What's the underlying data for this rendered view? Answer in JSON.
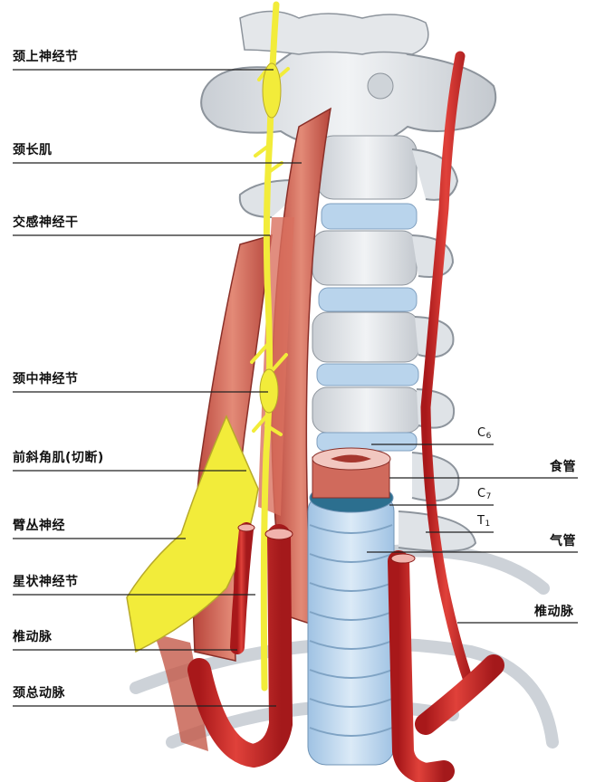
{
  "labels_left": [
    {
      "id": "superior-cervical-ganglion",
      "text": "颈上神经节"
    },
    {
      "id": "longus-colli",
      "text": "颈长肌"
    },
    {
      "id": "sympathetic-trunk",
      "text": "交感神经干"
    },
    {
      "id": "middle-cervical-ganglion",
      "text": "颈中神经节"
    },
    {
      "id": "anterior-scalene",
      "text": "前斜角肌(切断)"
    },
    {
      "id": "brachial-plexus",
      "text": "臂丛神经"
    },
    {
      "id": "stellate-ganglion",
      "text": "星状神经节"
    },
    {
      "id": "vertebral-artery-left",
      "text": "椎动脉"
    },
    {
      "id": "common-carotid",
      "text": "颈总动脉"
    }
  ],
  "labels_right": [
    {
      "id": "c6",
      "letter": "C",
      "sub": "6"
    },
    {
      "id": "esophagus",
      "text": "食管"
    },
    {
      "id": "c7",
      "letter": "C",
      "sub": "7"
    },
    {
      "id": "t1",
      "letter": "T",
      "sub": "1"
    },
    {
      "id": "trachea",
      "text": "气管"
    },
    {
      "id": "vertebral-artery-right",
      "text": "椎动脉"
    }
  ],
  "colors": {
    "bone": "#e9ecef",
    "bone_shadow": "#b9bfc6",
    "disc": "#b9d4ec",
    "muscle": "#c9574a",
    "muscle_light": "#e79a86",
    "nerve": "#f2ec3a",
    "artery": "#c8231e",
    "trachea": "#bcd7ef"
  }
}
